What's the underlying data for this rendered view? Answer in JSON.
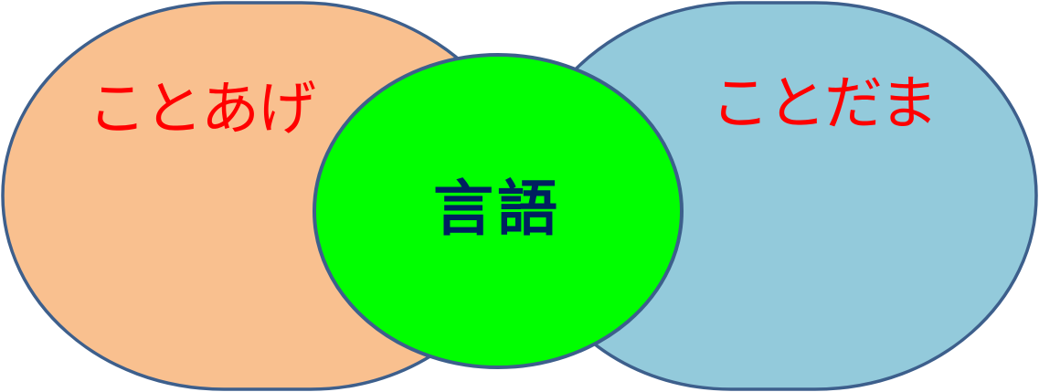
{
  "diagram": {
    "type": "venn",
    "shapes": [
      {
        "id": "left",
        "label": "ことあげ",
        "fill": "#f9c08f",
        "stroke": "#3d5f8c",
        "label_color": "#ff0000"
      },
      {
        "id": "right",
        "label": "ことだま",
        "fill": "#93cadb",
        "stroke": "#3d5f8c",
        "label_color": "#ff0000"
      },
      {
        "id": "center",
        "label": "言語",
        "fill": "#00ff00",
        "stroke": "#3d5f8c",
        "label_color": "#002060"
      }
    ]
  }
}
